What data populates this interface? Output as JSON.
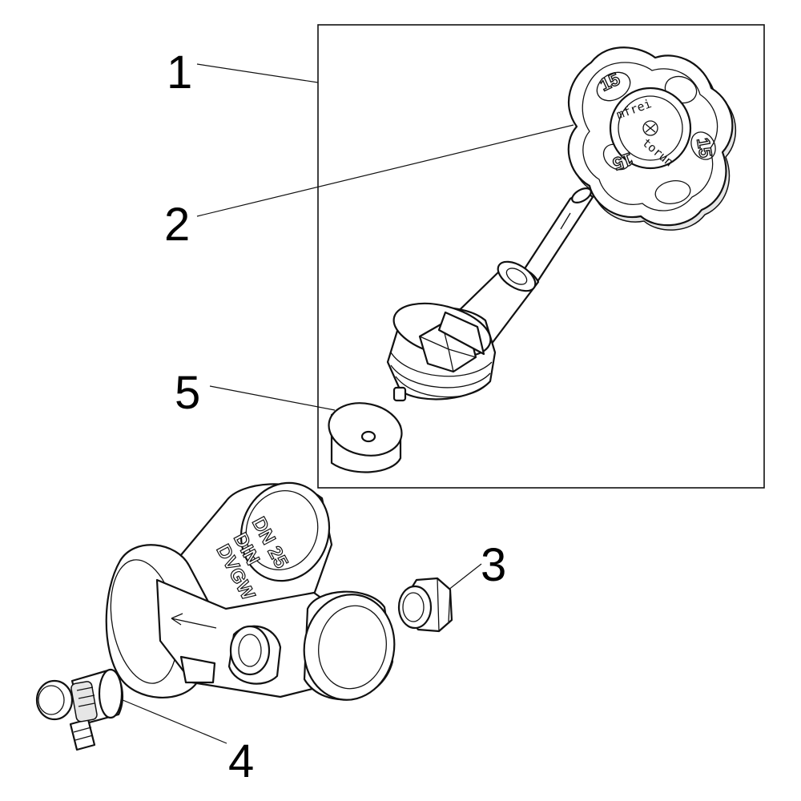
{
  "callouts": {
    "assembly": "1",
    "handwheel": "2",
    "plug": "3",
    "drain_valve": "4",
    "washer": "5"
  },
  "body_markings": {
    "line1": "DN 25",
    "line2": "DIN",
    "line3": "DVGW"
  },
  "handwheel_markings": {
    "hub_line1": "mfrei",
    "hub_line2": "torun",
    "size": "15"
  }
}
